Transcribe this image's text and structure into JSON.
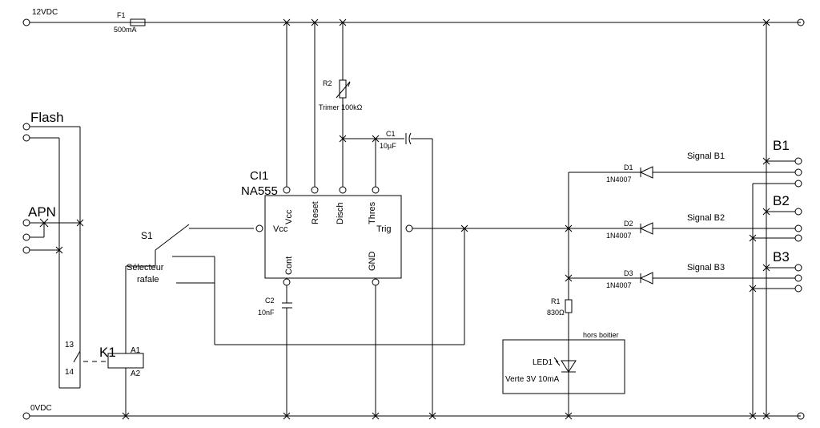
{
  "rails": {
    "supply": "12VDC",
    "ground": "0VDC"
  },
  "fuse": {
    "ref": "F1",
    "value": "500mA"
  },
  "inputs": {
    "flash": "Flash",
    "apn": "APN"
  },
  "switch": {
    "ref": "S1",
    "desc_line1": "Sélecteur",
    "desc_line2": "rafale"
  },
  "relay": {
    "ref": "K1",
    "coil_a1": "A1",
    "coil_a2": "A2",
    "contact_13": "13",
    "contact_14": "14"
  },
  "ic": {
    "ref": "CI1",
    "part": "NA555",
    "pins": {
      "vcc_top": "Vcc",
      "reset": "Reset",
      "disch": "Disch",
      "thres": "Thres",
      "vcc_left": "Vcc",
      "trig": "Trig",
      "cont": "Cont",
      "gnd": "GND"
    }
  },
  "trimmer": {
    "ref": "R2",
    "value": "Trimer 100kΩ"
  },
  "cap1": {
    "ref": "C1",
    "value": "10µF"
  },
  "cap2": {
    "ref": "C2",
    "value": "10nF"
  },
  "resistor": {
    "ref": "R1",
    "value": "830Ω"
  },
  "led": {
    "box_label": "hors boitier",
    "ref": "LED1",
    "desc": "Verte 3V 10mA"
  },
  "diodes": [
    {
      "ref": "D1",
      "part": "1N4007",
      "signal": "Signal B1"
    },
    {
      "ref": "D2",
      "part": "1N4007",
      "signal": "Signal B2"
    },
    {
      "ref": "D3",
      "part": "1N4007",
      "signal": "Signal B3"
    }
  ],
  "outputs": {
    "b1": "B1",
    "b2": "B2",
    "b3": "B3"
  }
}
